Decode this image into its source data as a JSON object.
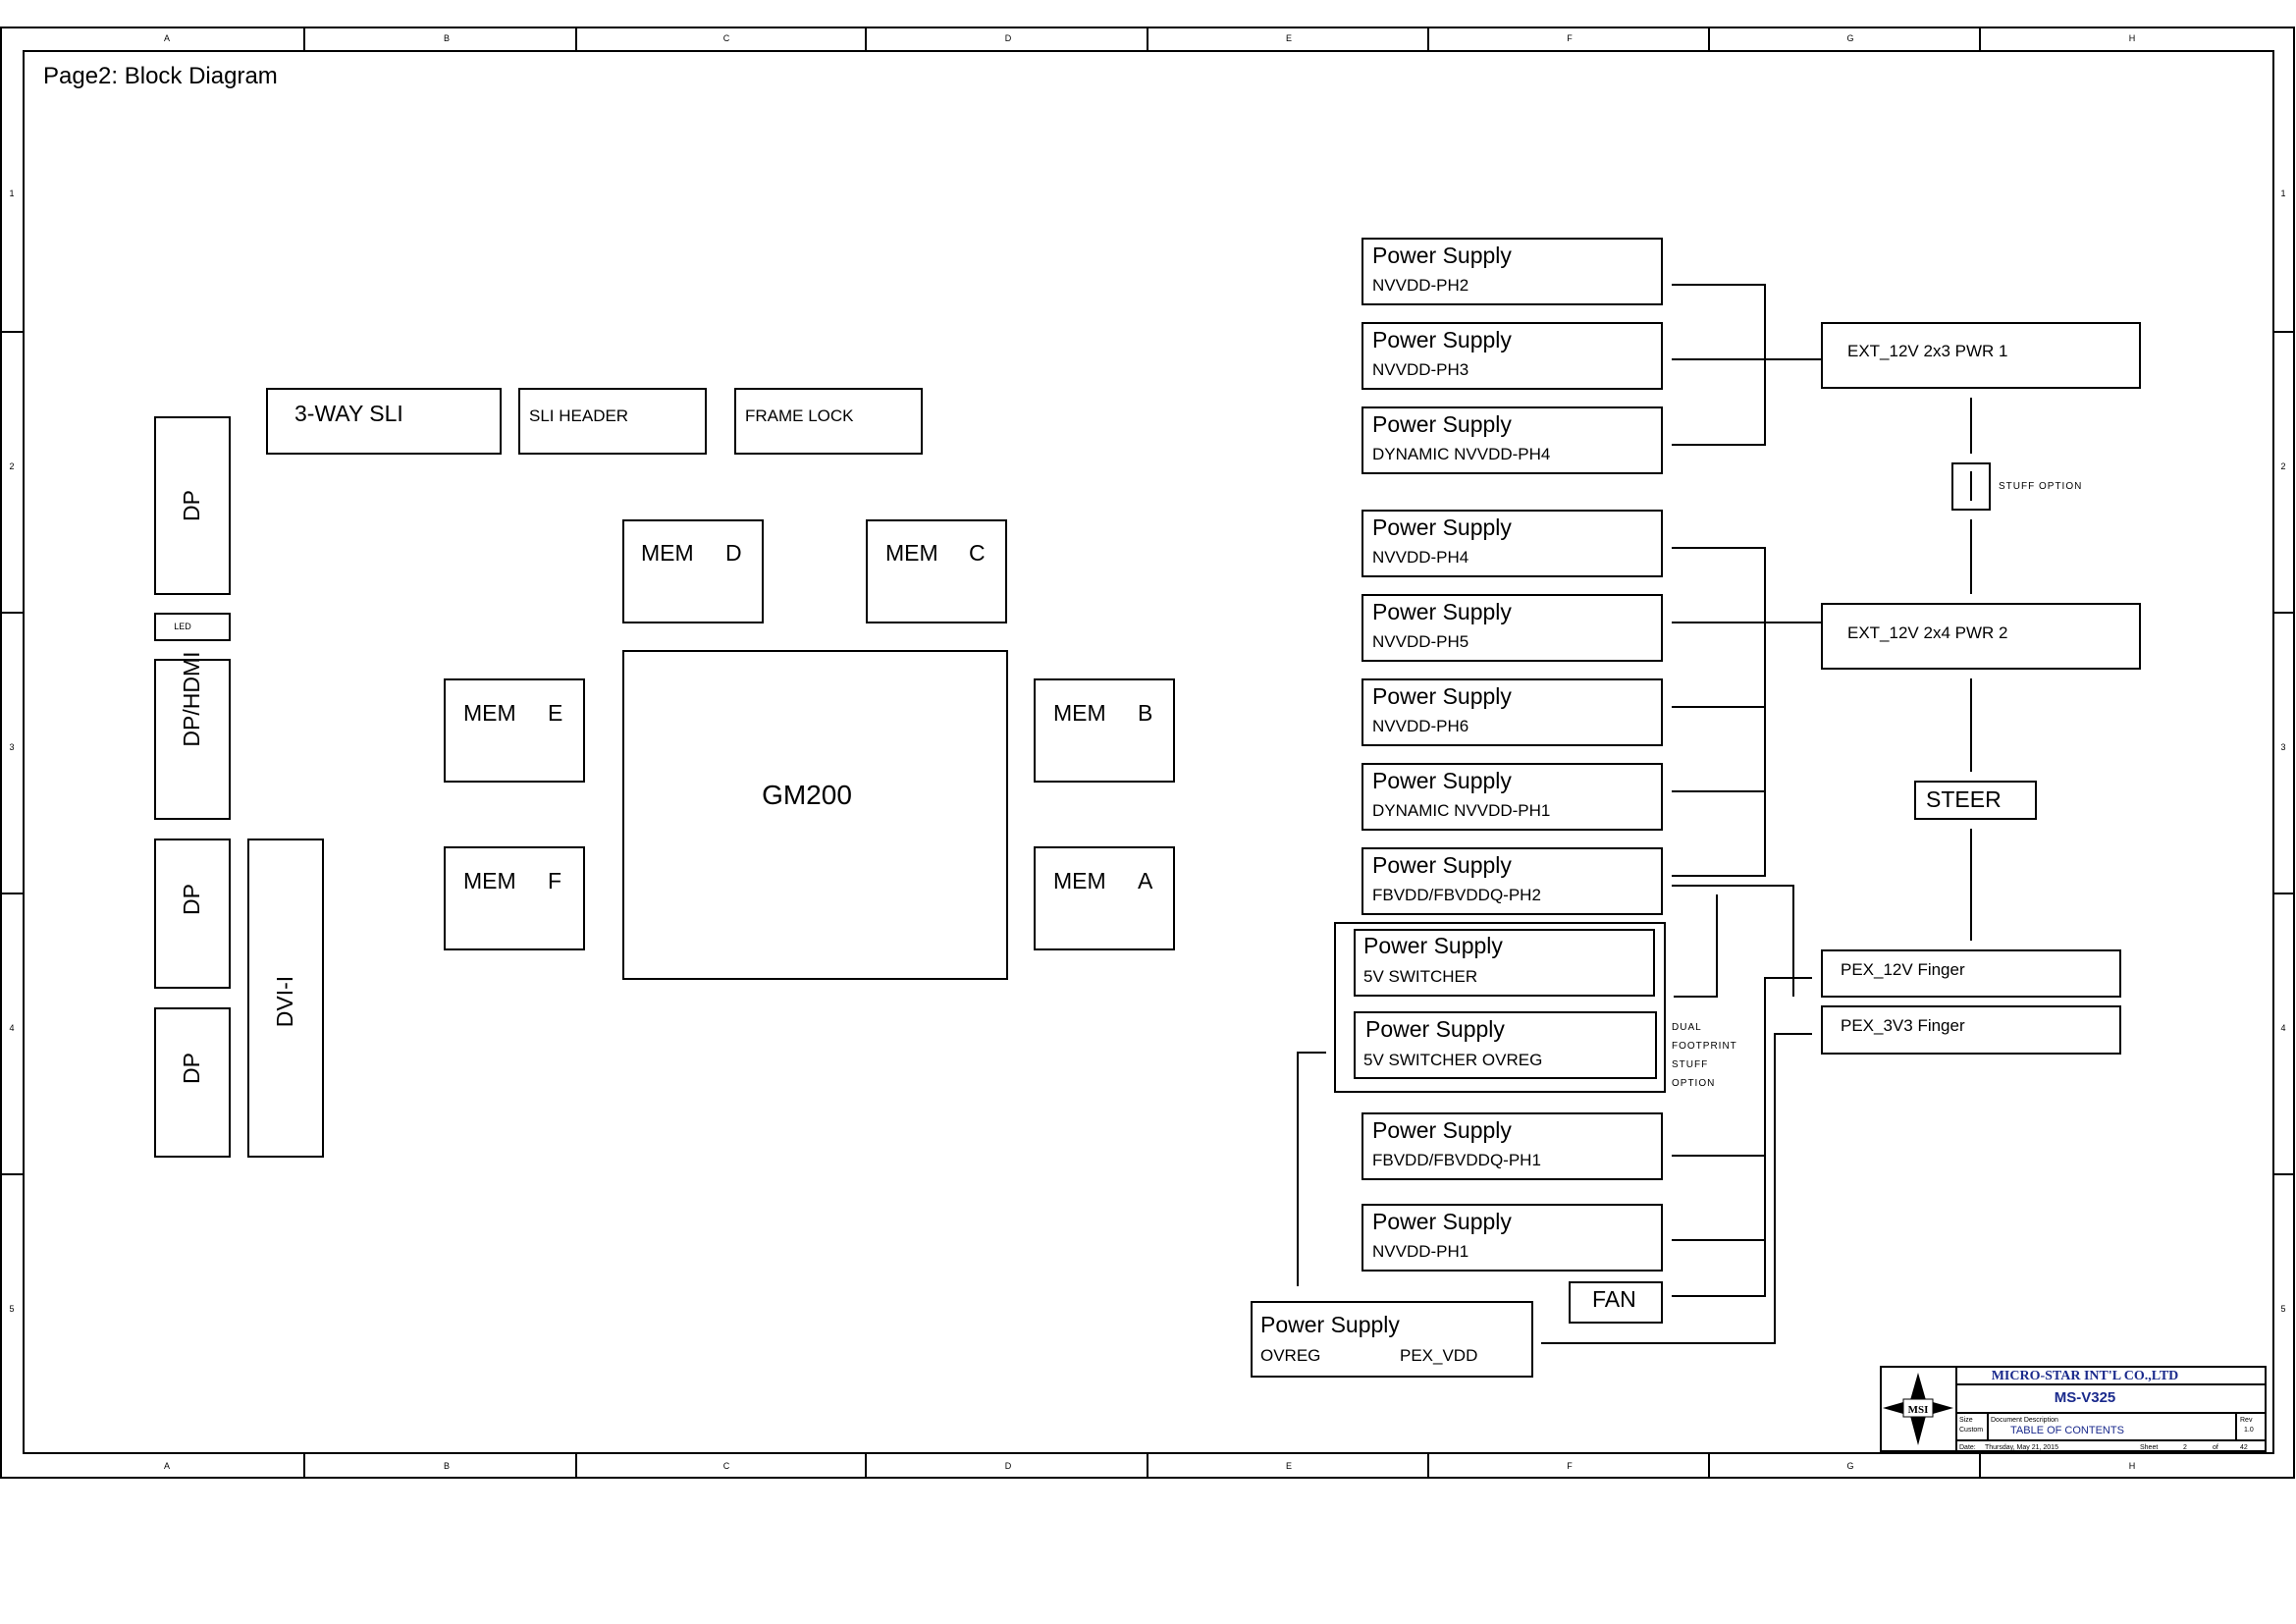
{
  "page_title": "Page2: Block Diagram",
  "zone_columns": [
    "A",
    "B",
    "C",
    "D",
    "E",
    "F",
    "G",
    "H"
  ],
  "zone_rows": [
    "1",
    "2",
    "3",
    "4",
    "5"
  ],
  "gpu": "GM200",
  "memory": {
    "mem_d": {
      "label": "MEM",
      "id": "D"
    },
    "mem_c": {
      "label": "MEM",
      "id": "C"
    },
    "mem_e": {
      "label": "MEM",
      "id": "E"
    },
    "mem_f": {
      "label": "MEM",
      "id": "F"
    },
    "mem_b": {
      "label": "MEM",
      "id": "B"
    },
    "mem_a": {
      "label": "MEM",
      "id": "A"
    }
  },
  "connectors": {
    "sli": "3-WAY SLI",
    "sli_header": "SLI HEADER",
    "frame_lock": "FRAME LOCK"
  },
  "outputs": {
    "dp1": "DP",
    "led": "LED",
    "dphdmi": "DP/HDMI",
    "dp2": "DP",
    "dp3": "DP",
    "dvi": "DVI-I"
  },
  "power_supplies": {
    "label": "Power Supply",
    "ph2": "NVVDD-PH2",
    "ph3": "NVVDD-PH3",
    "dyn_ph4": "DYNAMIC NVVDD-PH4",
    "ph4": "NVVDD-PH4",
    "ph5": "NVVDD-PH5",
    "ph6": "NVVDD-PH6",
    "dyn_ph1": "DYNAMIC NVVDD-PH1",
    "fb_ph2": "FBVDD/FBVDDQ-PH2",
    "sw5v": "5V SWITCHER",
    "sw5v_ovreg": "5V SWITCHER OVREG",
    "fb_ph1": "FBVDD/FBVDDQ-PH1",
    "nv_ph1": "NVVDD-PH1",
    "ovreg": "OVREG",
    "pex_vdd": "PEX_VDD"
  },
  "fan": "FAN",
  "power_inputs": {
    "ext1": "EXT_12V 2x3 PWR 1",
    "ext2": "EXT_12V 2x4 PWR 2",
    "steer": "STEER",
    "pex12": "PEX_12V Finger",
    "pex3v3": "PEX_3V3 Finger",
    "stuff_option": "STUFF OPTION",
    "dual_footprint": [
      "DUAL",
      "FOOTPRINT",
      "STUFF",
      "OPTION"
    ]
  },
  "title_block": {
    "logo": "MSI",
    "company": "MICRO-STAR INT'L CO.,LTD",
    "project": "MS-V325",
    "size_label": "Size",
    "size_value": "Custom",
    "doc_label": "Document Description",
    "doc_value": "TABLE OF CONTENTS",
    "rev_label": "Rev",
    "rev_value": "1.0",
    "date_label": "Date:",
    "date_value": "Thursday, May 21, 2015",
    "sheet_label": "Sheet",
    "sheet_value": "2",
    "of_label": "of",
    "of_value": "42"
  }
}
